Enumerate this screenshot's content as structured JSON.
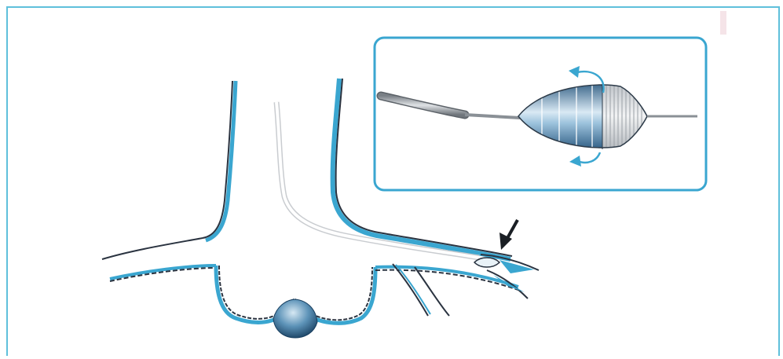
{
  "colors": {
    "frame": "#5fc0db",
    "accent_blue": "#3aa6d0",
    "dark_line": "#2a3340",
    "guidewire": "#c9ccd0",
    "arrow": "#1a1f24",
    "balloon_dark": "#2c5f86",
    "balloon_light": "#d8e8f2",
    "balloon_hatch": "#9aa0a6"
  },
  "icons": {
    "rotation_arrows": "curved-rotation-arrow-icon",
    "pointer": "black-pointer-arrow-icon"
  },
  "elements": {
    "main_vessel": "vessel-tree",
    "inset": "balloon-catheter-inset",
    "dilated_sac": "dilated-sac"
  }
}
